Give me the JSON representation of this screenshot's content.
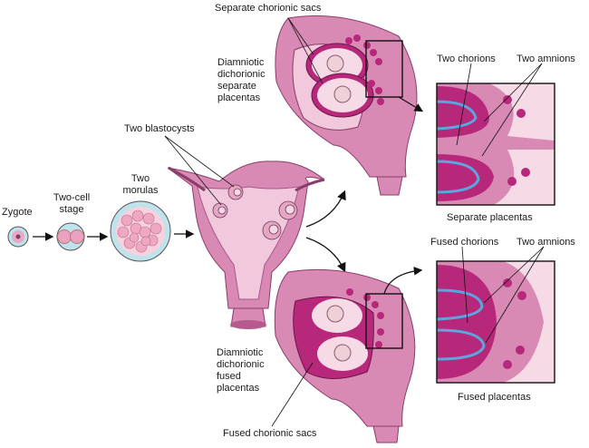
{
  "labels": {
    "zygote": "Zygote",
    "two_cell": [
      "Two-cell",
      "stage"
    ],
    "two_morulas": [
      "Two",
      "morulas"
    ],
    "two_blastocysts": "Two blastocysts",
    "separate_chorionic_sacs": "Separate chorionic sacs",
    "diamniotic_separate": [
      "Diamniotic",
      "dichorionic",
      "separate",
      "placentas"
    ],
    "diamniotic_fused": [
      "Diamniotic",
      "dichorionic",
      "fused",
      "placentas"
    ],
    "two_chorions": "Two chorions",
    "two_amnions_top": "Two amnions",
    "separate_placentas": "Separate placentas",
    "fused_chorions": "Fused chorions",
    "two_amnions_bottom": "Two amnions",
    "fused_placentas": "Fused placentas",
    "fused_chorionic_sacs": "Fused chorionic sacs"
  },
  "colors": {
    "uterus_wall": "#d88ab4",
    "uterus_inner": "#f2c8dc",
    "placenta": "#b8287a",
    "amnion": "#5aa7e0",
    "morula": "#f5b8cc",
    "zona": "#bfe3ec"
  }
}
